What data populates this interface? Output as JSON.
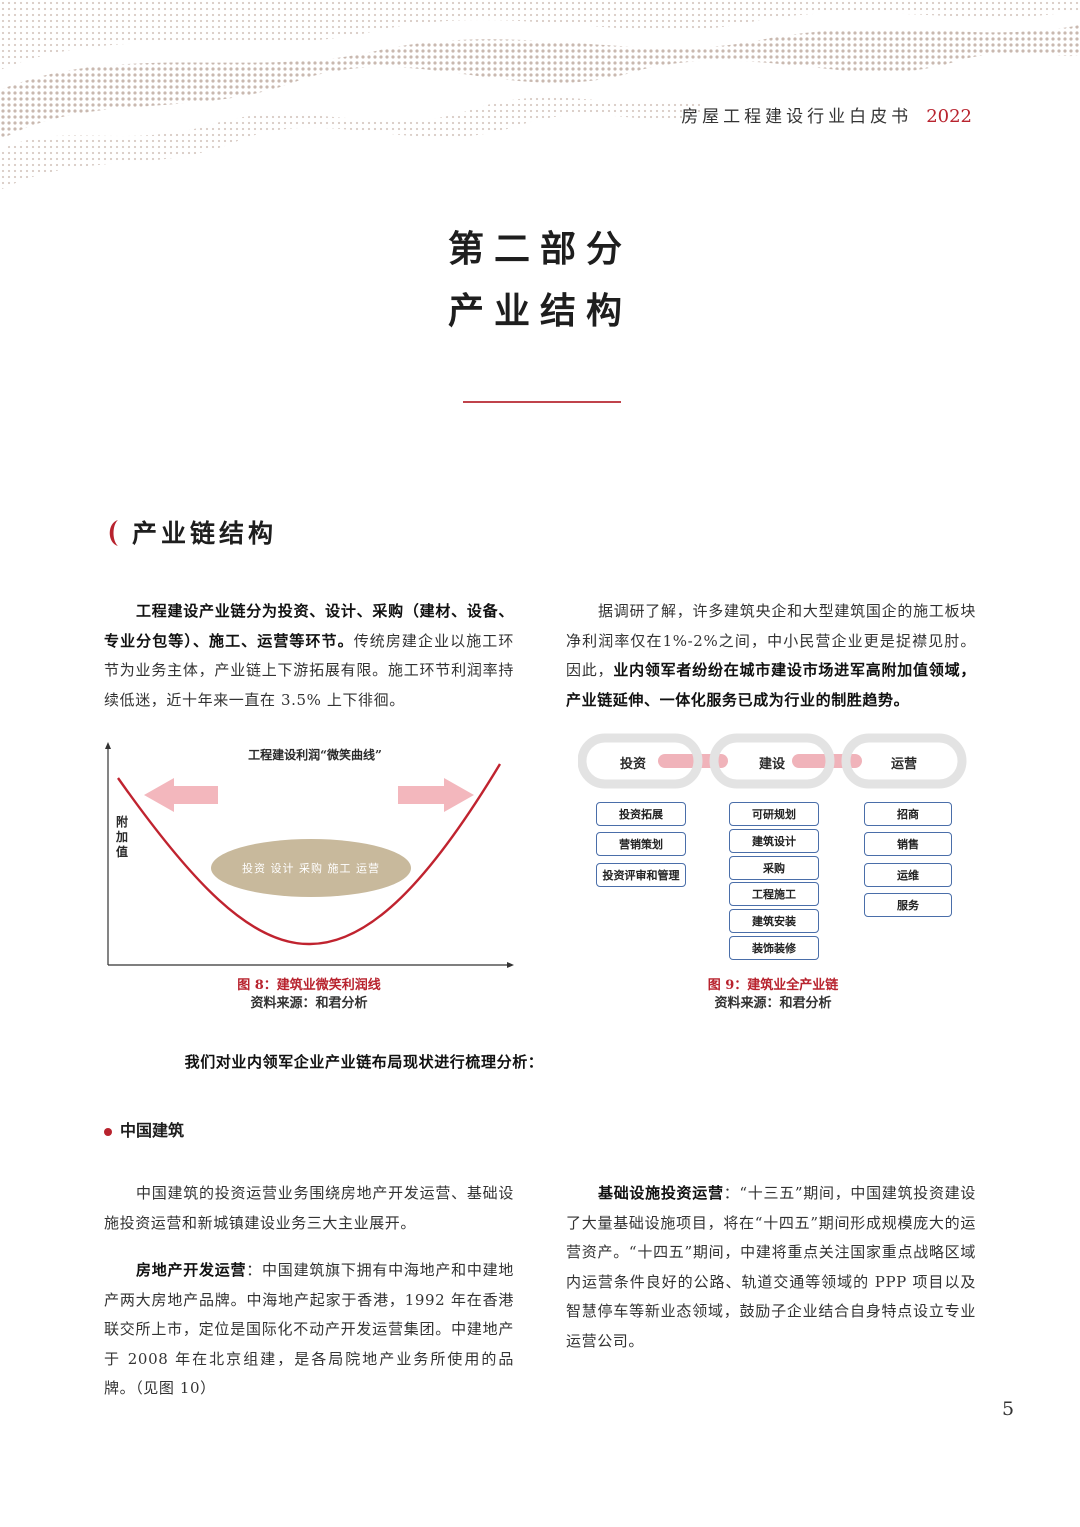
{
  "header": {
    "running_title": "房屋工程建设行业白皮书",
    "year": "2022"
  },
  "part": {
    "line1": "第二部分",
    "line2": "产业结构"
  },
  "section": {
    "title": "产业链结构"
  },
  "col1_para1": {
    "bold": "工程建设产业链分为投资、设计、采购（建材、设备、专业分包等）、施工、运营等环节。",
    "rest": "传统房建企业以施工环节为业务主体，产业链上下游拓展有限。施工环节利润率持续低迷，近十年来一直在 3.5% 上下徘徊。"
  },
  "col2_para1": {
    "rest_before": "据调研了解，许多建筑央企和大型建筑国企的施工板块净利润率仅在1%-2%之间，中小民营企业更是捉襟见肘。因此，",
    "bold": "业内领军者纷纷在城市建设市场进军高附加值领域，产业链延伸、一体化服务已成为行业的制胜趋势。"
  },
  "fig8": {
    "title": "工程建设利润“微笑曲线”",
    "ylabel": "附加值",
    "ellipse_label": "投资  设计  采购  施工  运营",
    "caption": "图 8：建筑业微笑利润线",
    "source": "资料来源：和君分析"
  },
  "fig9": {
    "stages": [
      "投资",
      "建设",
      "运营"
    ],
    "col1": [
      "投资拓展",
      "营销策划",
      "投资评审和管理"
    ],
    "col2": [
      "可研规划",
      "建筑设计",
      "采购",
      "工程施工",
      "建筑安装",
      "装饰装修"
    ],
    "col3": [
      "招商",
      "销售",
      "运维",
      "服务"
    ],
    "caption": "图 9：建筑业全产业链",
    "source": "资料来源：和君分析"
  },
  "lead_sentence": "我们对业内领军企业产业链布局现状进行梳理分析：",
  "bullet": {
    "title": "中国建筑"
  },
  "col1_para2": "中国建筑的投资运营业务围绕房地产开发运营、基础设施投资运营和新城镇建设业务三大主业展开。",
  "col1_para3": {
    "bold": "房地产开发运营",
    "rest": "：中国建筑旗下拥有中海地产和中建地产两大房地产品牌。中海地产起家于香港，1992 年在香港联交所上市，定位是国际化不动产开发运营集团。中建地产于 2008 年在北京组建，是各局院地产业务所使用的品牌。（见图 10）"
  },
  "col2_para2": {
    "bold": "基础设施投资运营",
    "rest": "：“十三五”期间，中国建筑投资建设了大量基础设施项目，将在“十四五”期间形成规模庞大的运营资产。“十四五”期间，中建将重点关注国家重点战略区域内运营条件良好的公路、轨道交通等领域的 PPP 项目以及智慧停车等新业态领域，鼓励子企业结合自身特点设立专业运营公司。"
  },
  "page_number": "5"
}
